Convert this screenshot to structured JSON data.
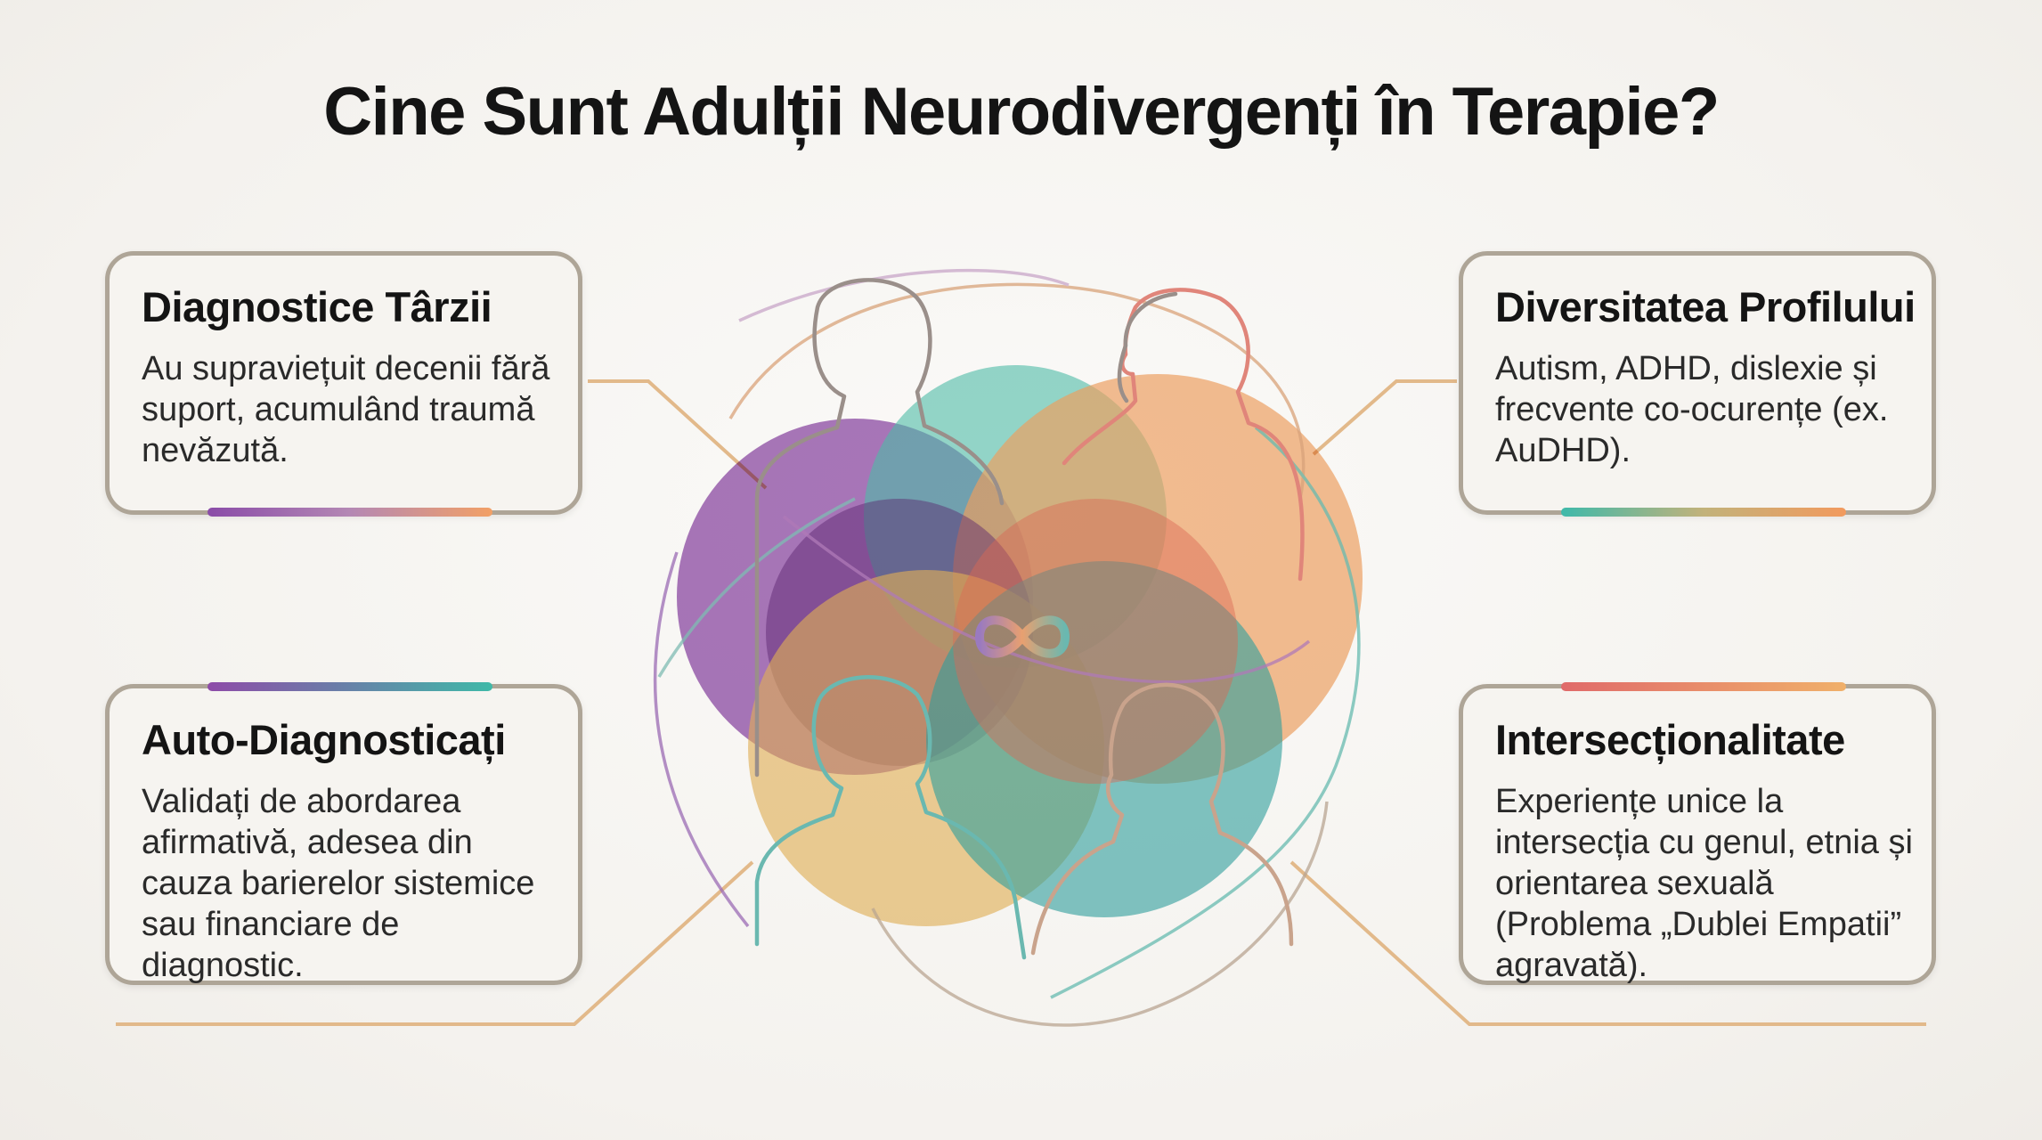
{
  "title": "Cine Sunt Adulții Neurodivergenți în Terapie?",
  "colors": {
    "purple": "#8e4ba8",
    "teal": "#3fb9a8",
    "orange": "#f0905a",
    "yellow": "#e9b85a",
    "card_border": "#aea597",
    "connector": "#e2b98a"
  },
  "center_icon": "infinity-icon",
  "cards": {
    "top_left": {
      "heading": "Diagnostice Târzii",
      "body": "Au supraviețuit decenii fără suport, acumulând traumă nevăzută."
    },
    "top_right": {
      "heading": "Diversitatea Profilului",
      "body": "Autism, ADHD, dislexie și frecvente co-ocurențe (ex. AuDHD)."
    },
    "bottom_left": {
      "heading": "Auto-Diagnosticați",
      "body": "Validați de abordarea afirmativă, adesea din cauza barierelor sistemice sau financiare de diagnostic."
    },
    "bottom_right": {
      "heading": "Intersecționalitate",
      "body": "Experiențe unice la intersecția cu genul, etnia și orientarea sexuală (Problema „Dublei Empatii” agravată)."
    }
  }
}
